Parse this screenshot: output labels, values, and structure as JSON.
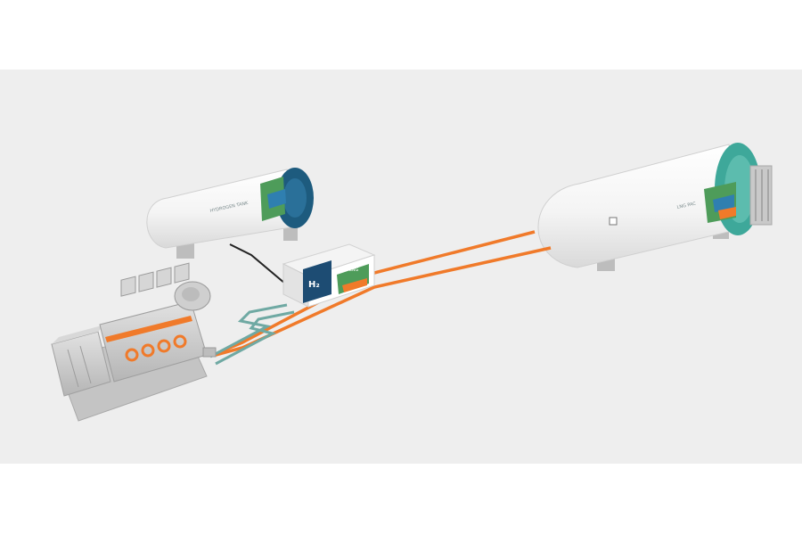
{
  "labels": {
    "hydrogen_tank": "HYDROGEN TANK",
    "unit_symbol": "H₂",
    "unit_tag": "LNG",
    "lng_tank": "LNG PAC"
  },
  "colors": {
    "background": "#eeeeee",
    "hydrogen_tank_cap": "#1d5b7e",
    "lng_tank_cap": "#3ea89a",
    "lng_pipe": "#f07a2a",
    "hydrogen_pipe": "#6fa9a3",
    "cable": "#222222"
  }
}
